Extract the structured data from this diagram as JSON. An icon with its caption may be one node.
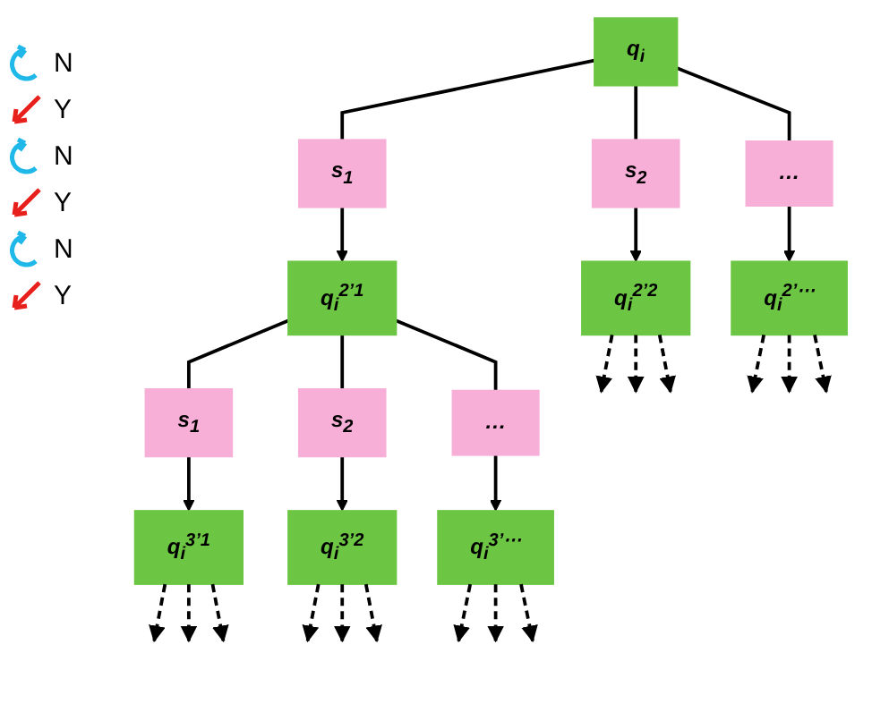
{
  "diagram": {
    "nodes": [
      {
        "text": [
          "q$_{i}$"
        ]
      },
      {
        "text": [
          "s$_{1}$"
        ]
      },
      {
        "text": [
          "s$_{2}$"
        ]
      },
      {
        "text": [
          "…"
        ]
      },
      {
        "text": [
          "q$_{i}$$^{2’1}$"
        ]
      },
      {
        "text": [
          "q$_{i}$$^{2’2}$"
        ]
      },
      {
        "text": [
          "q$_{i}$$^{2’⋯}$"
        ]
      },
      {
        "text": [
          "s$_{1}$"
        ]
      },
      {
        "text": [
          "s$_{2}$"
        ]
      },
      {
        "text": [
          "…"
        ]
      },
      {
        "text": [
          "q$_{i}$$^{3’1}$"
        ]
      },
      {
        "text": [
          "q$_{i}$$^{3’2}$"
        ]
      },
      {
        "text": [
          "q$_{i}$$^{3’⋯}$"
        ]
      }
    ],
    "edges": [
      {
        "from": 0,
        "to": 1,
        "arrow": "none"
      },
      {
        "from": 0,
        "to": 2,
        "arrow": "none"
      },
      {
        "from": 0,
        "to": 3,
        "arrow": "none"
      },
      {
        "from": 1,
        "to": 4,
        "arrow": "to"
      },
      {
        "from": 2,
        "to": 5,
        "arrow": "to"
      },
      {
        "from": 3,
        "to": 6,
        "arrow": "to"
      },
      {
        "from": 4,
        "to": 7,
        "arrow": "none"
      },
      {
        "from": 4,
        "to": 8,
        "arrow": "none"
      },
      {
        "from": 4,
        "to": 9,
        "arrow": "none"
      },
      {
        "from": 7,
        "to": 10,
        "arrow": "to"
      },
      {
        "from": 8,
        "to": 11,
        "arrow": "to"
      },
      {
        "from": 9,
        "to": 12,
        "arrow": "to"
      },
      {
        "from": 5,
        "to": null,
        "arrow": "to",
        "style": "dashed"
      },
      {
        "from": 5,
        "to": null,
        "arrow": "to",
        "style": "dashed"
      },
      {
        "from": 5,
        "to": null,
        "arrow": "to",
        "style": "dashed"
      },
      {
        "from": 6,
        "to": null,
        "arrow": "to",
        "style": "dashed"
      },
      {
        "from": 6,
        "to": null,
        "arrow": "to",
        "style": "dashed"
      },
      {
        "from": 6,
        "to": null,
        "arrow": "to",
        "style": "dashed"
      },
      {
        "from": 10,
        "to": null,
        "arrow": "to",
        "style": "dashed"
      },
      {
        "from": 10,
        "to": null,
        "arrow": "to",
        "style": "dashed"
      },
      {
        "from": 10,
        "to": null,
        "arrow": "to",
        "style": "dashed"
      },
      {
        "from": 11,
        "to": null,
        "arrow": "to",
        "style": "dashed"
      },
      {
        "from": 11,
        "to": null,
        "arrow": "to",
        "style": "dashed"
      },
      {
        "from": 11,
        "to": null,
        "arrow": "to",
        "style": "dashed"
      },
      {
        "from": 12,
        "to": null,
        "arrow": "to",
        "style": "dashed"
      },
      {
        "from": 12,
        "to": null,
        "arrow": "to",
        "style": "dashed"
      },
      {
        "from": 12,
        "to": null,
        "arrow": "to",
        "style": "dashed"
      }
    ],
    "labels": [
      "N",
      "Y",
      "N",
      "Y",
      "N",
      "Y"
    ]
  }
}
